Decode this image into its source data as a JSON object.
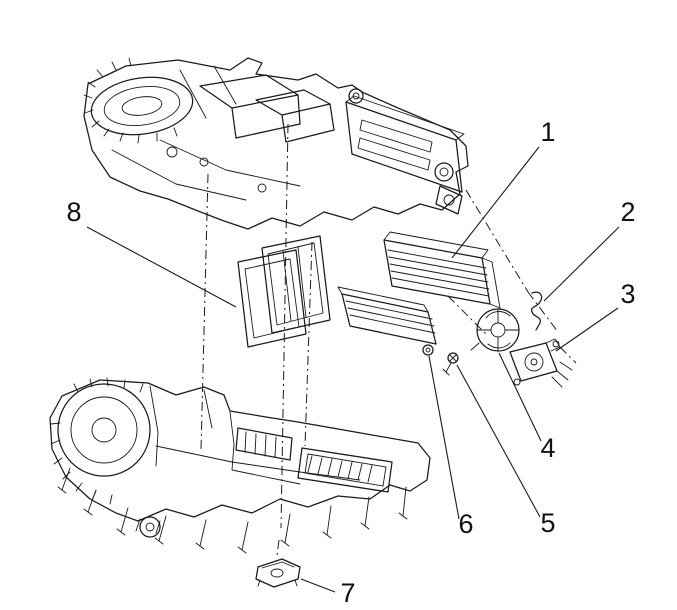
{
  "diagram": {
    "kind": "exploded-parts-diagram",
    "colors": {
      "background": "#ffffff",
      "line": "#1a1a1a",
      "text": "#111111"
    },
    "callouts": [
      {
        "label": "1"
      },
      {
        "label": "2"
      },
      {
        "label": "3"
      },
      {
        "label": "4"
      },
      {
        "label": "5"
      },
      {
        "label": "6"
      },
      {
        "label": "7"
      },
      {
        "label": "8"
      }
    ]
  }
}
